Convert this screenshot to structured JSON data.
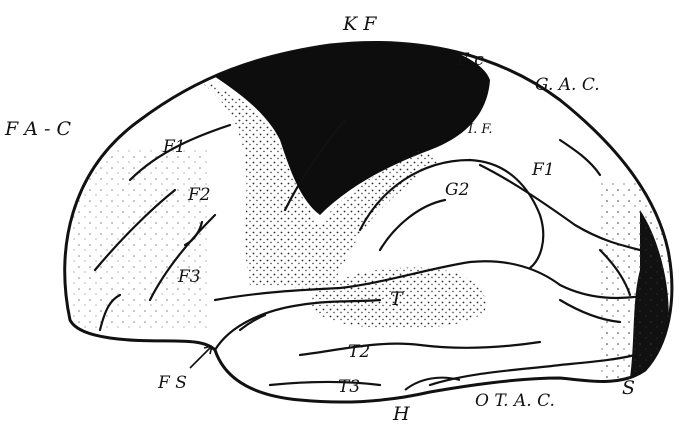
{
  "figure": {
    "labels": {
      "kf": "K F",
      "fc": "F c",
      "gac": "G. A. C.",
      "fac": "F A - C",
      "f1": "F1",
      "if": "I. F.",
      "g1": "F1",
      "f2": "F2",
      "g2": "G2",
      "f3": "F3",
      "t": "T",
      "t2": "T2",
      "t3": "T3",
      "fs": "F S",
      "h": "H",
      "otac": "O T. A. C.",
      "s": "S"
    },
    "colors": {
      "ink": "#111111",
      "paper": "#ffffff",
      "lesion": "#0d0d0d",
      "stipple": "#2a2a2a"
    }
  }
}
